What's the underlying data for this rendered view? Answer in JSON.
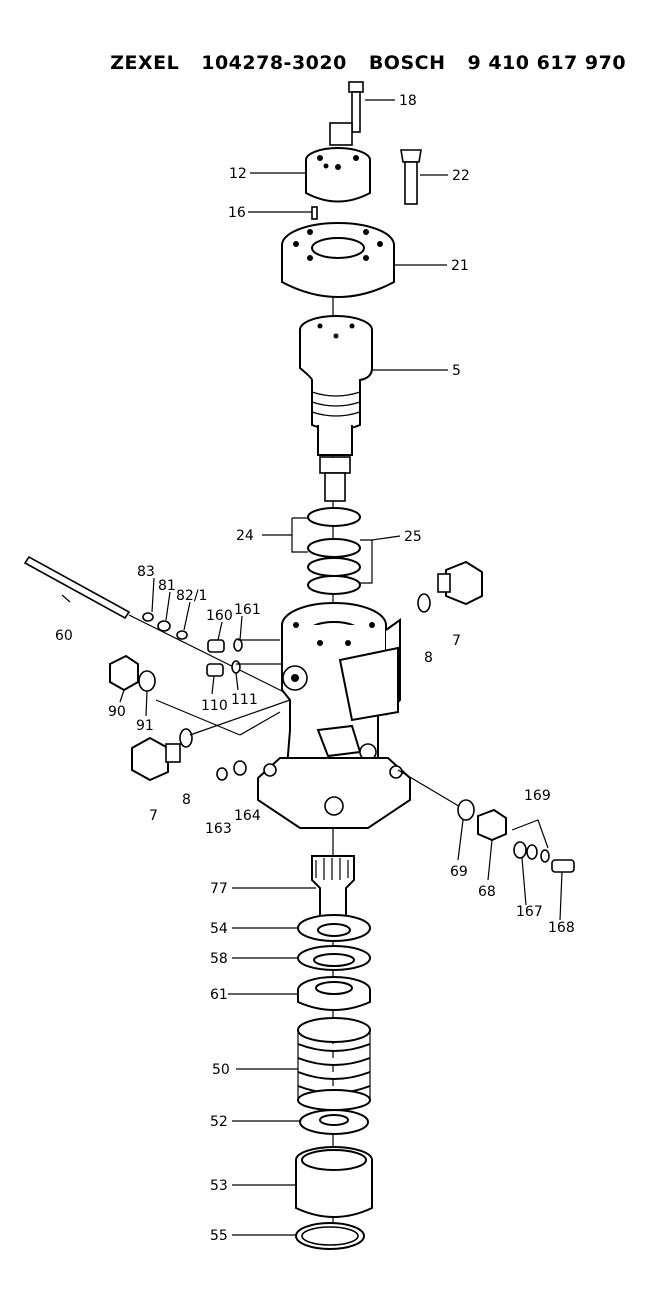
{
  "header": {
    "brand1": "ZEXEL",
    "part1": "104278-3020",
    "brand2": "BOSCH",
    "part2": "9 410 617 970"
  },
  "callouts": {
    "c18": "18",
    "c12": "12",
    "c22": "22",
    "c16": "16",
    "c21": "21",
    "c5": "5",
    "c24": "24",
    "c25": "25",
    "c7a": "7",
    "c8a": "8",
    "c83": "83",
    "c81": "81",
    "c82": "82/1",
    "c160": "160",
    "c161": "161",
    "c60": "60",
    "c110": "110",
    "c111": "111",
    "c90": "90",
    "c91": "91",
    "c7b": "7",
    "c8b": "8",
    "c163": "163",
    "c164": "164",
    "c169": "169",
    "c69": "69",
    "c68": "68",
    "c167": "167",
    "c168": "168",
    "c77": "77",
    "c54": "54",
    "c58": "58",
    "c61": "61",
    "c50": "50",
    "c52": "52",
    "c53": "53",
    "c55": "55"
  }
}
